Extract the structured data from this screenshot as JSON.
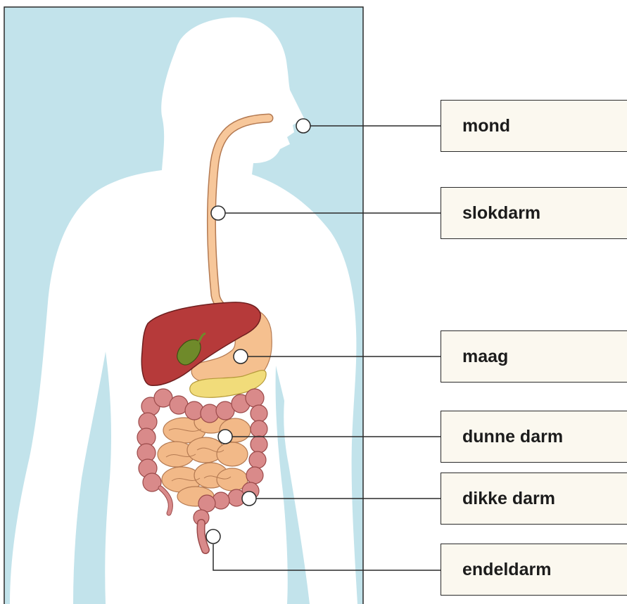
{
  "colors": {
    "panel_background": "#c2e3eb",
    "silhouette": "#ffffff",
    "esophagus": "#f7c79a",
    "liver": "#b63a3a",
    "gallbladder": "#6f8a2a",
    "stomach": "#f5c08f",
    "pancreas": "#f1dc7a",
    "large_intestine": "#d98a8a",
    "small_intestine": "#f2b988",
    "label_box": "#fbf8ef"
  },
  "labels": [
    {
      "id": "mond",
      "text": "mond"
    },
    {
      "id": "slokdarm",
      "text": "slokdarm"
    },
    {
      "id": "maag",
      "text": "maag"
    },
    {
      "id": "dunne-darm",
      "text": "dunne darm"
    },
    {
      "id": "dikke-darm",
      "text": "dikke darm"
    },
    {
      "id": "endeldarm",
      "text": "endeldarm"
    }
  ]
}
